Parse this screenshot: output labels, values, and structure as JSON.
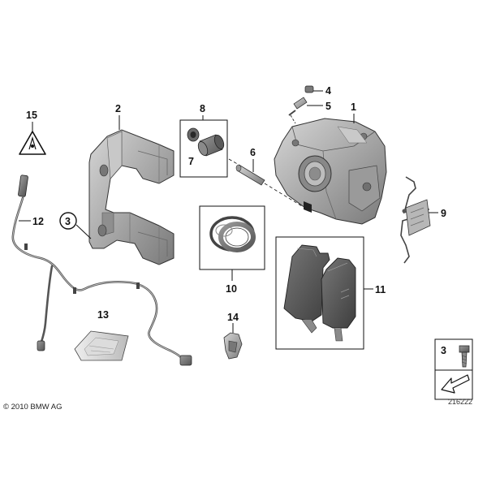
{
  "callouts": {
    "c1": "1",
    "c2": "2",
    "c3": "3",
    "c4": "4",
    "c5": "5",
    "c6": "6",
    "c7": "7",
    "c8": "8",
    "c9": "9",
    "c10": "10",
    "c11": "11",
    "c12": "12",
    "c13": "13",
    "c14": "14",
    "c15": "15",
    "legend3": "3"
  },
  "footer": {
    "copyright": "© 2010 BMW AG",
    "diagram_number": "216222"
  },
  "colors": {
    "line": "#1a1a1a",
    "part_fill": "#a6a6a6",
    "part_dark": "#6e6e6e",
    "part_light": "#cfcfcf",
    "pad_fill": "#5c5c5c"
  }
}
